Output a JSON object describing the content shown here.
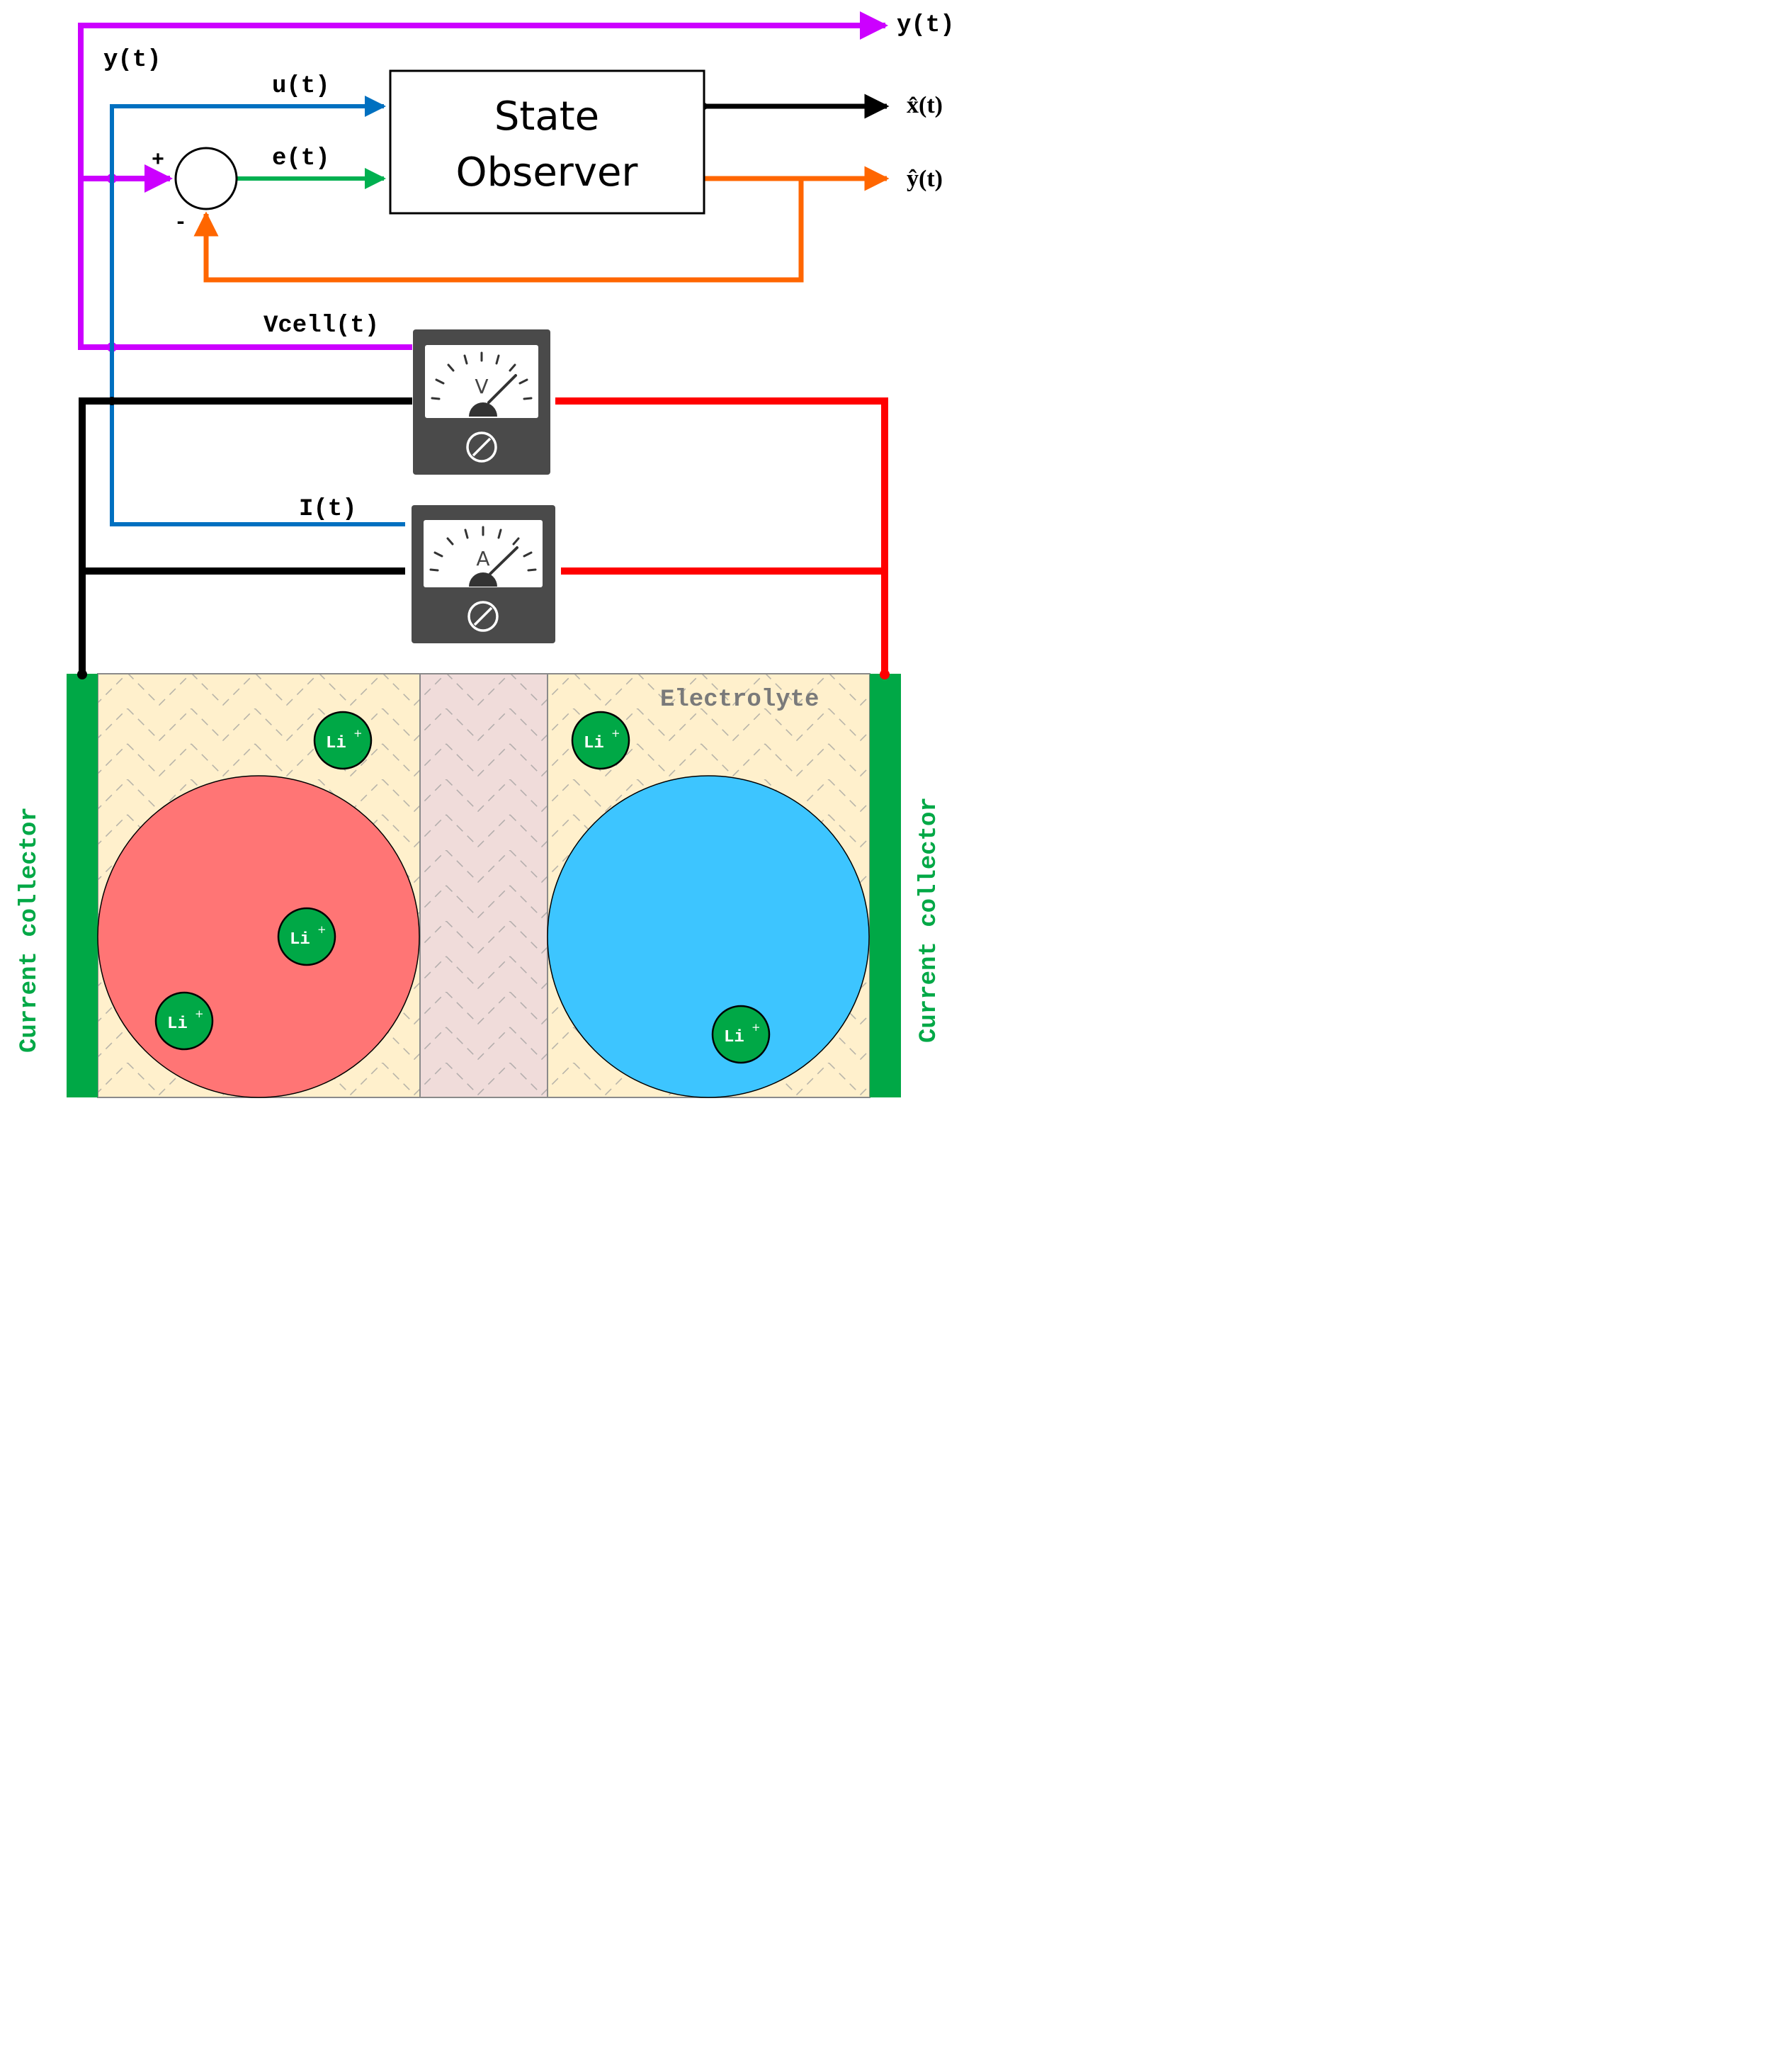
{
  "labels": {
    "y_out": "y(t)",
    "y_in": "y(t)",
    "u": "u(t)",
    "e": "e(t)",
    "plus": "+",
    "minus": "-",
    "x_hat": "x̂(t)",
    "y_hat": "ŷ(t)",
    "vcell": "Vcell(t)",
    "current": "I(t)",
    "electrolyte": "Electrolyte",
    "collector_left": "Current collector",
    "collector_right": "Current collector"
  },
  "observer": {
    "line1": "State",
    "line2": "Observer"
  },
  "meters": {
    "voltmeter_symbol": "V",
    "ammeter_symbol": "A"
  },
  "ion": {
    "base": "Li",
    "charge": "+"
  },
  "colors": {
    "measurement": "#cc00ff",
    "input": "#0070c0",
    "error": "#00b050",
    "estimate": "#ff6600",
    "wire_negative": "#000000",
    "wire_positive": "#ff0000",
    "collector": "#00a846",
    "electrolyte_bg": "#fff0cc",
    "separator_bg": "#f0dcda",
    "anode_particle": "#ff7575",
    "cathode_particle": "#3dc5ff",
    "ion_fill": "#00a846",
    "meter_body": "#4a4a4a"
  }
}
